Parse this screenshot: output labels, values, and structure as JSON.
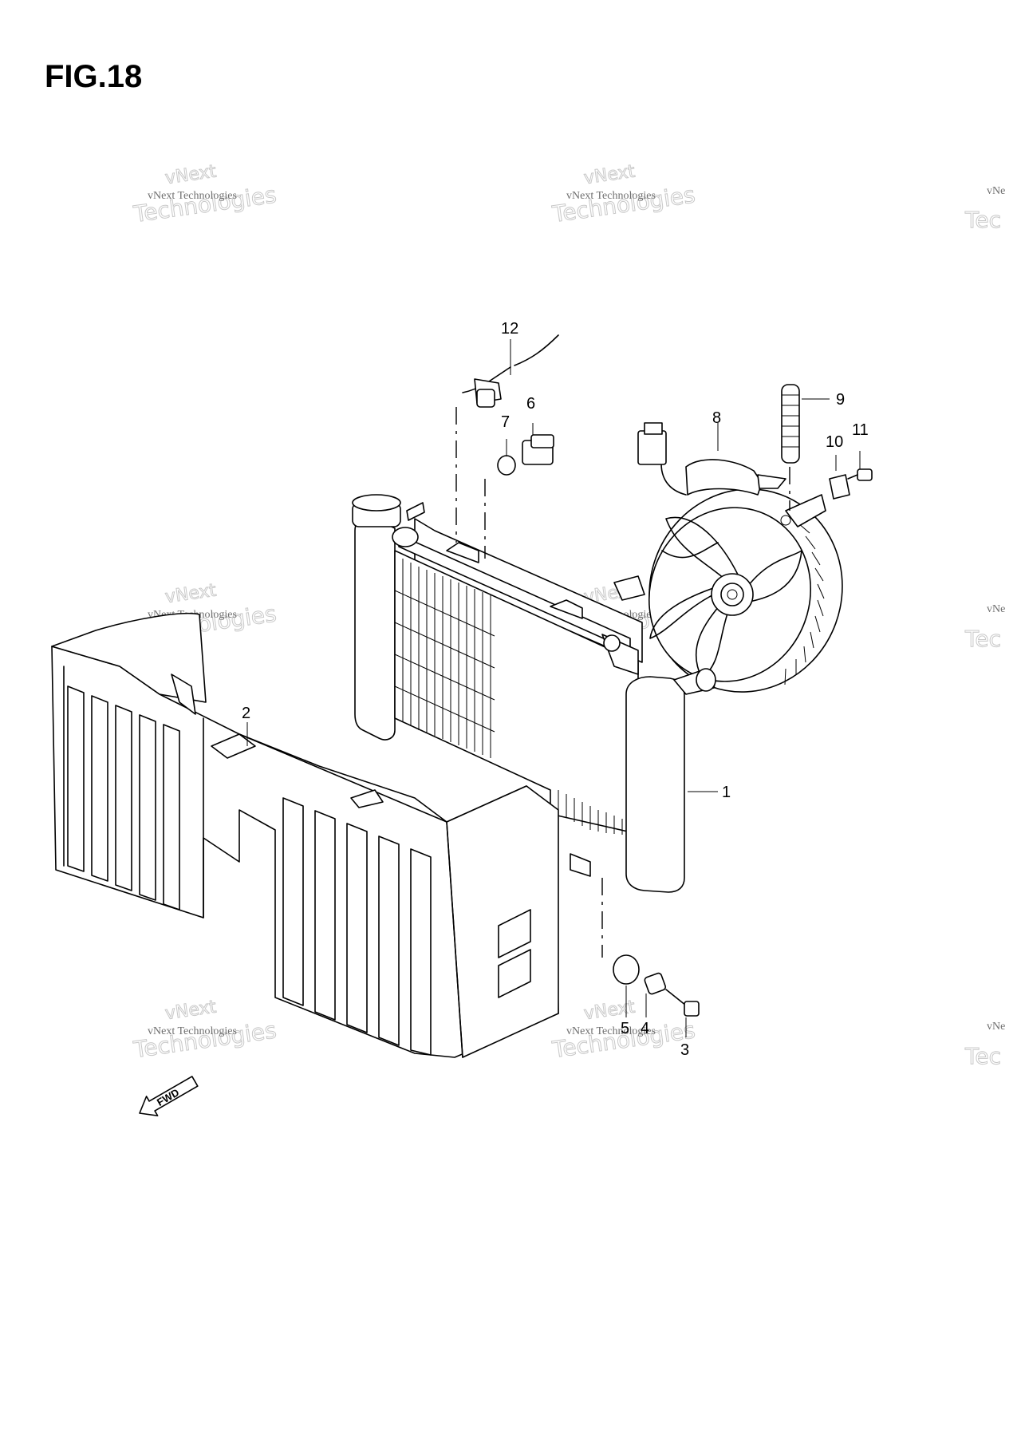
{
  "figure": {
    "title": "FIG.18"
  },
  "watermark": {
    "line1": "vNext Technologies",
    "line2": "vNext",
    "line3": "Technologies",
    "partial": "vNe",
    "partial2": "Tec"
  },
  "callouts": [
    {
      "id": "1",
      "label": "1"
    },
    {
      "id": "2",
      "label": "2"
    },
    {
      "id": "3",
      "label": "3"
    },
    {
      "id": "4",
      "label": "4"
    },
    {
      "id": "5",
      "label": "5"
    },
    {
      "id": "6",
      "label": "6"
    },
    {
      "id": "7",
      "label": "7"
    },
    {
      "id": "8",
      "label": "8"
    },
    {
      "id": "9",
      "label": "9"
    },
    {
      "id": "10",
      "label": "10"
    },
    {
      "id": "11",
      "label": "11"
    },
    {
      "id": "12",
      "label": "12"
    }
  ],
  "fwd_arrow": {
    "label": "FWD"
  }
}
